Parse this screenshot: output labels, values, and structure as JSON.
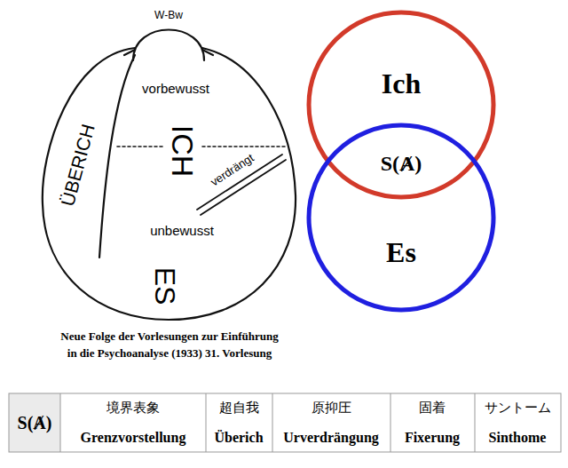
{
  "diagram": {
    "caption": "Neue Folge der Vorlesungen zur Einführung in die Psychoanalyse (1933) 31. Vorlesung",
    "nodes": [
      {
        "text": [
          "Ich"
        ]
      },
      {
        "text": [
          "Es"
        ]
      }
    ],
    "labels": [
      "W-Bw",
      "vorbewusst",
      "ÜBERICH",
      "ICH",
      "verdrängt",
      "unbewusst",
      "ES",
      "S(Ⱥ)",
      "S(Ⱥ)",
      "境界表象",
      "Grenzvorstellung",
      "超自我",
      "Überich",
      "原抑圧",
      "Urverdrängung",
      "固着",
      "Fixerung",
      "サントーム",
      "Sinthome"
    ]
  }
}
